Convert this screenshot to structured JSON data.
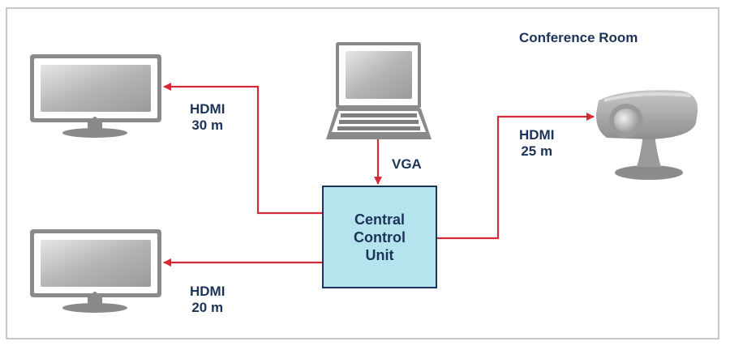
{
  "diagram": {
    "title": "Conference Room",
    "central_unit": {
      "line1": "Central",
      "line2": "Control",
      "line3": "Unit"
    },
    "connections": [
      {
        "name": "hdmi-top-left",
        "type": "HDMI",
        "length": "30 m",
        "target": "monitor-top"
      },
      {
        "name": "hdmi-bottom-left",
        "type": "HDMI",
        "length": "20 m",
        "target": "monitor-bottom"
      },
      {
        "name": "hdmi-right",
        "type": "HDMI",
        "length": "25 m",
        "target": "projector"
      },
      {
        "name": "vga",
        "type": "VGA",
        "source": "laptop"
      }
    ],
    "colors": {
      "cable": "#d42a3a",
      "text": "#1b3358",
      "unit_fill": "#b5e4ef",
      "device_gray": "#8a8a8a"
    }
  }
}
